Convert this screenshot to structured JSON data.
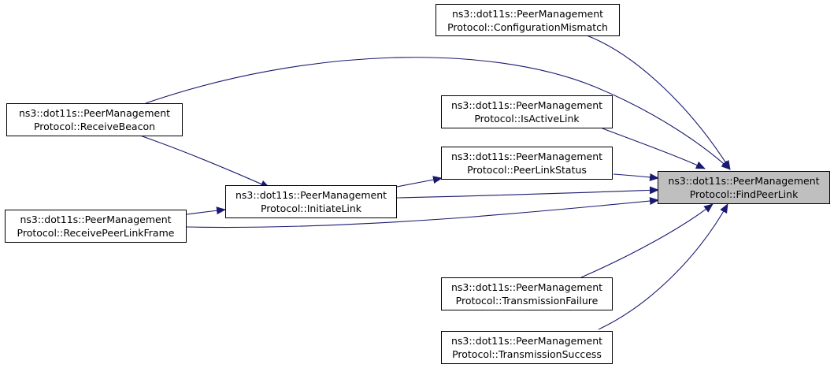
{
  "diagram": {
    "colors": {
      "edge": "#191970",
      "node_border": "#000000",
      "current_fill": "#bfbfbf",
      "node_fill": "#ffffff"
    },
    "nodes": {
      "find_peer_link": {
        "line1": "ns3::dot11s::PeerManagement",
        "line2": "Protocol::FindPeerLink"
      },
      "configuration_mismatch": {
        "line1": "ns3::dot11s::PeerManagement",
        "line2": "Protocol::ConfigurationMismatch"
      },
      "receive_beacon": {
        "line1": "ns3::dot11s::PeerManagement",
        "line2": "Protocol::ReceiveBeacon"
      },
      "is_active_link": {
        "line1": "ns3::dot11s::PeerManagement",
        "line2": "Protocol::IsActiveLink"
      },
      "peer_link_status": {
        "line1": "ns3::dot11s::PeerManagement",
        "line2": "Protocol::PeerLinkStatus"
      },
      "initiate_link": {
        "line1": "ns3::dot11s::PeerManagement",
        "line2": "Protocol::InitiateLink"
      },
      "receive_peer_link_frame": {
        "line1": "ns3::dot11s::PeerManagement",
        "line2": "Protocol::ReceivePeerLinkFrame"
      },
      "transmission_failure": {
        "line1": "ns3::dot11s::PeerManagement",
        "line2": "Protocol::TransmissionFailure"
      },
      "transmission_success": {
        "line1": "ns3::dot11s::PeerManagement",
        "line2": "Protocol::TransmissionSuccess"
      }
    },
    "edges": [
      {
        "from": "configuration_mismatch",
        "to": "find_peer_link"
      },
      {
        "from": "receive_beacon",
        "to": "find_peer_link"
      },
      {
        "from": "receive_beacon",
        "to": "initiate_link"
      },
      {
        "from": "is_active_link",
        "to": "find_peer_link"
      },
      {
        "from": "peer_link_status",
        "to": "find_peer_link"
      },
      {
        "from": "initiate_link",
        "to": "peer_link_status"
      },
      {
        "from": "initiate_link",
        "to": "find_peer_link"
      },
      {
        "from": "receive_peer_link_frame",
        "to": "initiate_link"
      },
      {
        "from": "receive_peer_link_frame",
        "to": "find_peer_link"
      },
      {
        "from": "transmission_failure",
        "to": "find_peer_link"
      },
      {
        "from": "transmission_success",
        "to": "find_peer_link"
      }
    ]
  }
}
